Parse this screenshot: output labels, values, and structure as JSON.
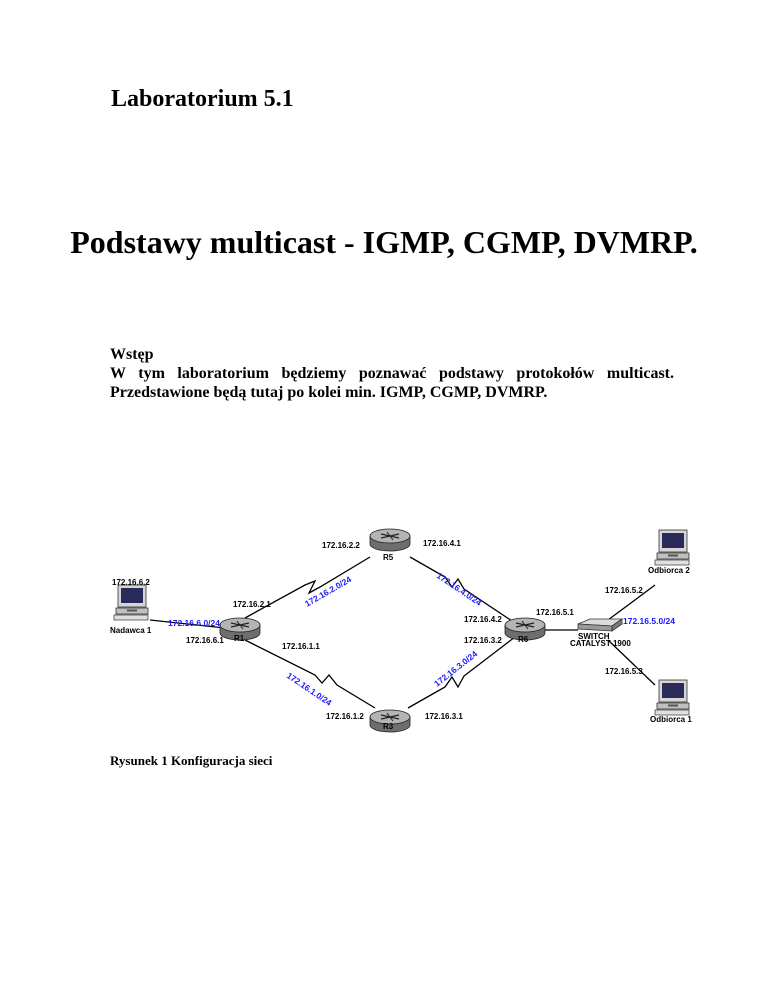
{
  "doc": {
    "lab_title": "Laboratorium 5.1",
    "main_title": "Podstawy multicast - IGMP, CGMP, DVMRP.",
    "intro_heading": "Wstęp",
    "intro_text": "W tym laboratorium będziemy poznawać podstawy protokołów multicast. Przedstawione będą tutaj po kolei min. IGMP, CGMP, DVMRP.",
    "caption": "Rysunek 1 Konfiguracja sieci"
  },
  "diagram": {
    "routers": {
      "r5": "R5",
      "r1": "R1",
      "r6": "R6",
      "r3": "R3"
    },
    "hosts": {
      "sender": "Nadawca 1",
      "receiver2": "Odbiorca 2",
      "receiver1": "Odbiorca 1"
    },
    "switch": {
      "line1": "SWITCH",
      "line2": "CATALYST 1900"
    },
    "addresses": {
      "r5_left": "172.16.2.2",
      "r5_right": "172.16.4.1",
      "sender_ip": "172.16.6.2",
      "r1_top": "172.16.2.1",
      "r1_left": "172.16.6.1",
      "r1_bottom": "172.16.1.1",
      "r6_top_left": "172.16.4.2",
      "r6_top": "172.16.5.1",
      "r6_bottom_left": "172.16.3.2",
      "r3_left": "172.16.1.2",
      "r3_right": "172.16.3.1",
      "receiver2_ip": "172.16.5.2",
      "receiver1_ip": "172.16.5.3"
    },
    "networks": {
      "net_2": "172.16.2.0/24",
      "net_4": "172.16.4.0/24",
      "net_6": "172.16.6.0/24",
      "net_5": "172.16.5.0/24",
      "net_3": "172.16.3.0/24",
      "net_1": "172.16.1.0/24"
    },
    "colors": {
      "network_label": "#1a1aff",
      "router_body": "#8c8c8c"
    }
  }
}
